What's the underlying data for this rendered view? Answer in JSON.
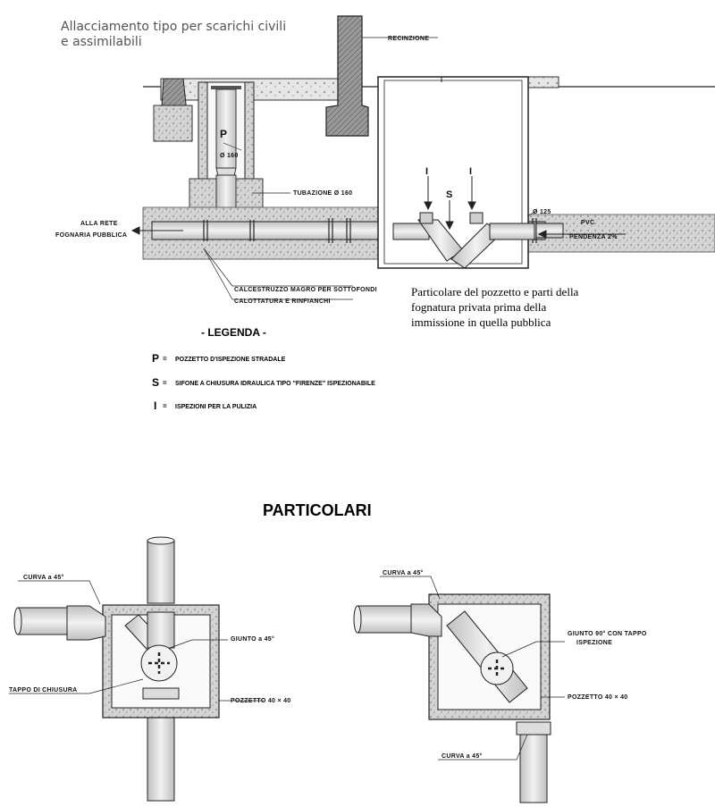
{
  "header": {
    "title_line1": "Allacciamento tipo per scarichi civili",
    "title_line2": "e assimilabili"
  },
  "note": {
    "line1": "Particolare del pozzetto e parti della",
    "line2": "fognatura privata prima della",
    "line3": "immissione in quella pubblica"
  },
  "section": {
    "labels": {
      "recinzione": "RECINZIONE",
      "p": "P",
      "p_diam": "Ø 160",
      "tubazione": "TUBAZIONE Ø 160",
      "rete1": "ALLA RETE",
      "rete2": "FOGNARIA PUBBLICA",
      "i_left": "I",
      "i_right": "I",
      "s": "S",
      "d125": "Ø 125",
      "pvc": "PVC",
      "pendenza": "PENDENZA 2%",
      "calc1": "CALCESTRUZZO MAGRO PER SOTTOFONDI",
      "calc2": "CALOTTATURA E RINFIANCHI"
    }
  },
  "legend": {
    "title": "- LEGENDA -",
    "items": [
      {
        "key": "P",
        "text": "POZZETTO D'ISPEZIONE STRADALE"
      },
      {
        "key": "S",
        "text": "SIFONE A CHIUSURA IDRAULICA TIPO \"FIRENZE\" ISPEZIONABILE"
      },
      {
        "key": "I",
        "text": "ISPEZIONI PER LA PULIZIA"
      }
    ]
  },
  "details": {
    "title": "PARTICOLARI",
    "left": {
      "curva": "CURVA a 45°",
      "giunto": "GIUNTO a 45°",
      "tappo": "TAPPO DI CHIUSURA",
      "pozzetto": "POZZETTO 40 × 40"
    },
    "right": {
      "curva_top": "CURVA a 45°",
      "giunto1": "GIUNTO 90° CON TAPPO",
      "giunto2": "ISPEZIONE",
      "pozzetto": "POZZETTO 40 × 40",
      "curva_bottom": "CURVA a 45°"
    }
  }
}
